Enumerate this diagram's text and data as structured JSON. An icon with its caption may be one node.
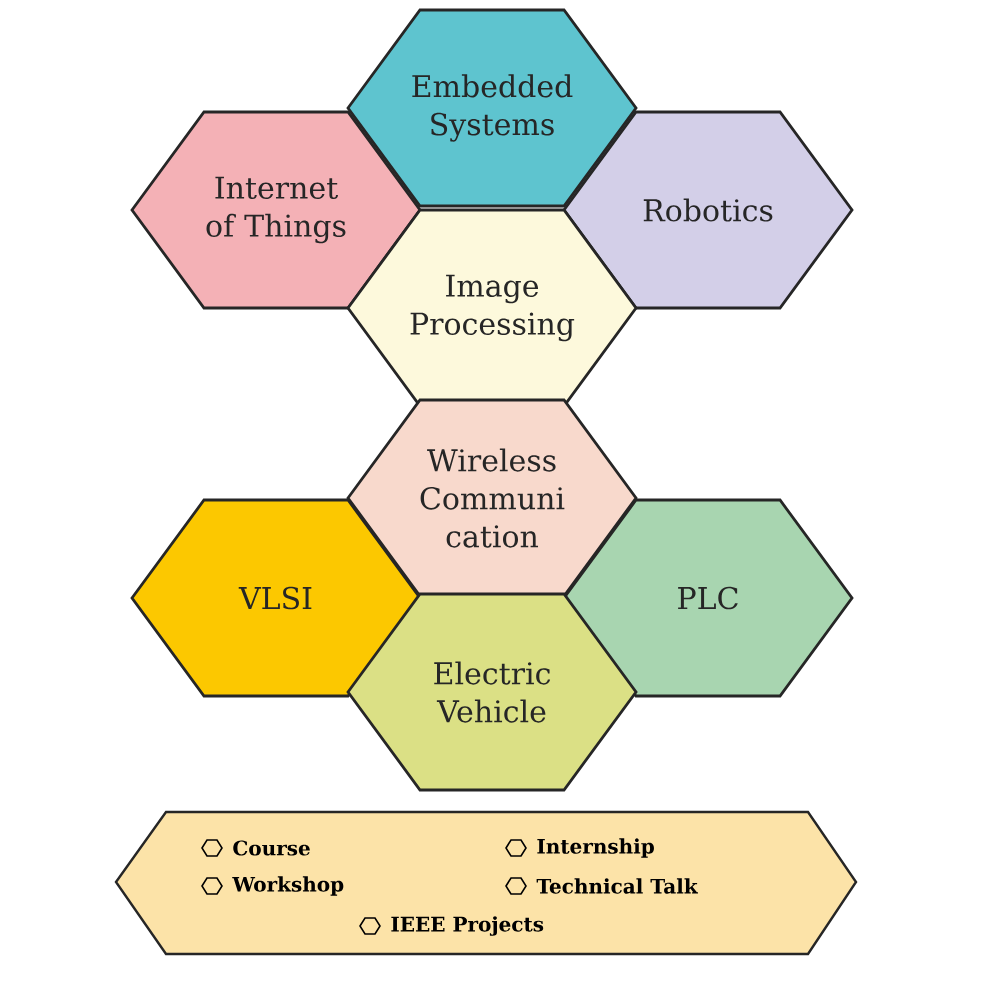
{
  "diagram": {
    "nodes": [
      {
        "text": [
          "Embedded Systems"
        ]
      },
      {
        "text": [
          "Internet of Things"
        ]
      },
      {
        "text": [
          "Robotics"
        ]
      },
      {
        "text": [
          "Image Processing"
        ]
      },
      {
        "text": [
          "Wireless Communi cation"
        ]
      },
      {
        "text": [
          "VLSI"
        ]
      },
      {
        "text": [
          "PLC"
        ]
      },
      {
        "text": [
          "Electric Vehicle"
        ]
      },
      {
        "text": [
          "Course",
          "Internship",
          "Workshop",
          "Technical Talk",
          "IEEE Projects"
        ]
      }
    ]
  }
}
